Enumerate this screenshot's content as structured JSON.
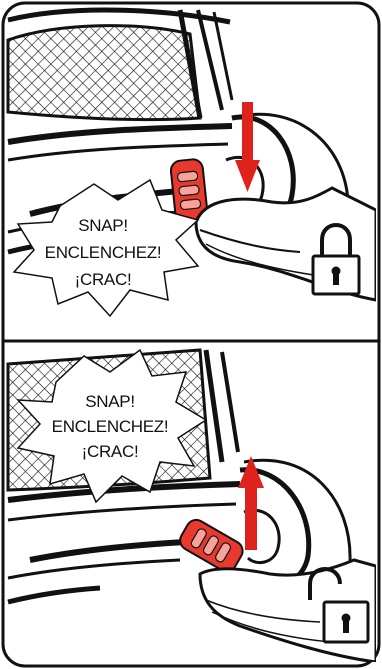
{
  "colors": {
    "frame": "#111111",
    "arrow": "#e0221d",
    "latch": "#e8392f",
    "latch_highlight": "#f7a39b",
    "background": "#ffffff"
  },
  "panels": [
    {
      "name": "top",
      "action": "lock",
      "arrow_direction": "down",
      "lock_state": "locked",
      "lock_icon": "padlock-closed-icon",
      "sound_words": [
        "SNAP!",
        "ENCLENCHEZ!",
        "¡CRAC!"
      ]
    },
    {
      "name": "bottom",
      "action": "unlock",
      "arrow_direction": "up",
      "lock_state": "unlocked",
      "lock_icon": "padlock-open-icon",
      "sound_words": [
        "SNAP!",
        "ENCLENCHEZ!",
        "¡CRAC!"
      ]
    }
  ]
}
